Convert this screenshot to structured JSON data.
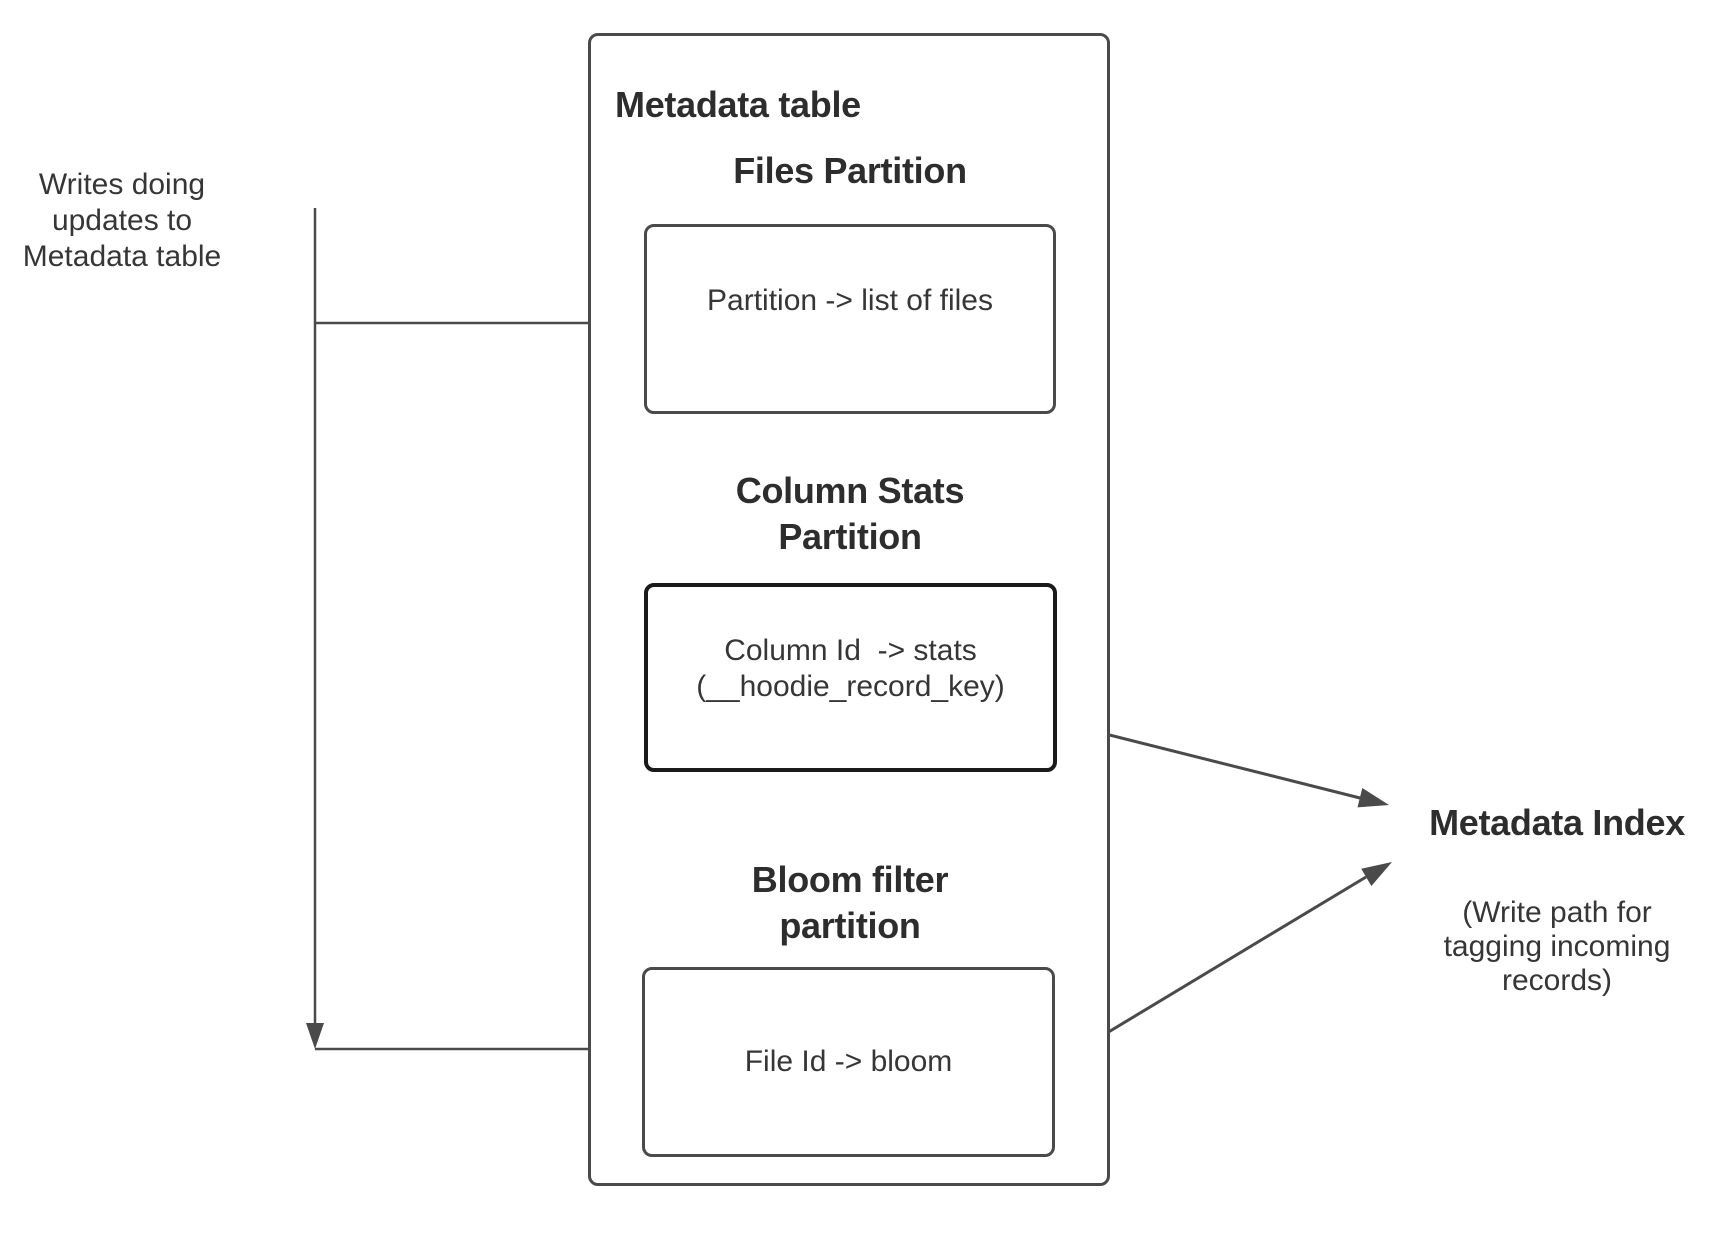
{
  "colors": {
    "line": "#4a4a4a",
    "emphasis_border": "#1a1a1a",
    "heading_text": "#2d2d2d",
    "body_text": "#363636",
    "background": "#ffffff"
  },
  "writes_label": {
    "lines": [
      "Writes doing",
      "updates to",
      "Metadata table"
    ]
  },
  "metadata_table": {
    "title": "Metadata table",
    "partitions": [
      {
        "id": "files",
        "heading_lines": [
          "Files Partition"
        ],
        "body_lines": [
          "Partition -> list of files"
        ]
      },
      {
        "id": "column-stats",
        "heading_lines": [
          "Column Stats",
          "Partition"
        ],
        "body_lines": [
          "Column Id  -> stats",
          "(__hoodie_record_key)"
        ],
        "emphasized": true
      },
      {
        "id": "bloom-filter",
        "heading_lines": [
          "Bloom filter",
          "partition"
        ],
        "body_lines": [
          "File Id -> bloom"
        ]
      }
    ]
  },
  "metadata_index": {
    "title": "Metadata Index",
    "subtitle_lines": [
      "(Write path for",
      "tagging incoming",
      "records)"
    ]
  }
}
